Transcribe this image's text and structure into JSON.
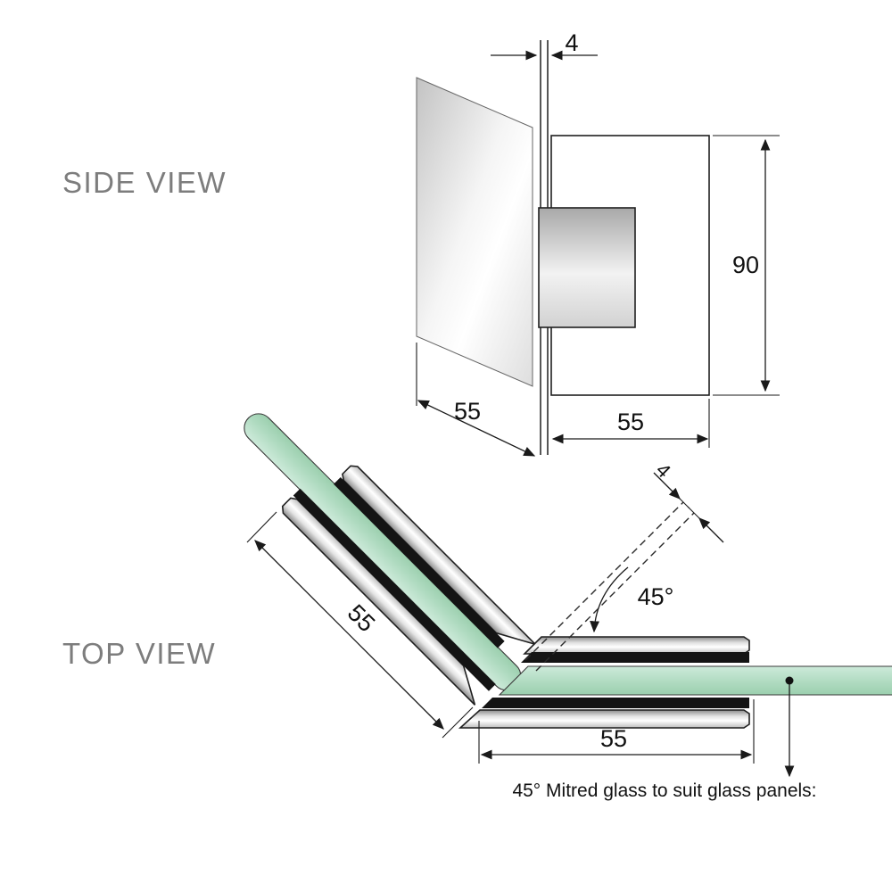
{
  "side_view": {
    "label": "SIDE VIEW",
    "gap_mm": "4",
    "height_mm": "90",
    "panel_width_mm": "55",
    "plate_width_mm": "55"
  },
  "top_view": {
    "label": "TOP VIEW",
    "gap_mm": "4",
    "angle_deg": "45°",
    "left_clamp_mm": "55",
    "right_clamp_mm": "55",
    "note": "45° Mitred glass to suit glass panels:"
  },
  "colors": {
    "glass_green": "#aed9c0",
    "metal_gray": "#c9c9c9",
    "line": "#1a1a1a",
    "label_gray": "#7d7d7d"
  }
}
